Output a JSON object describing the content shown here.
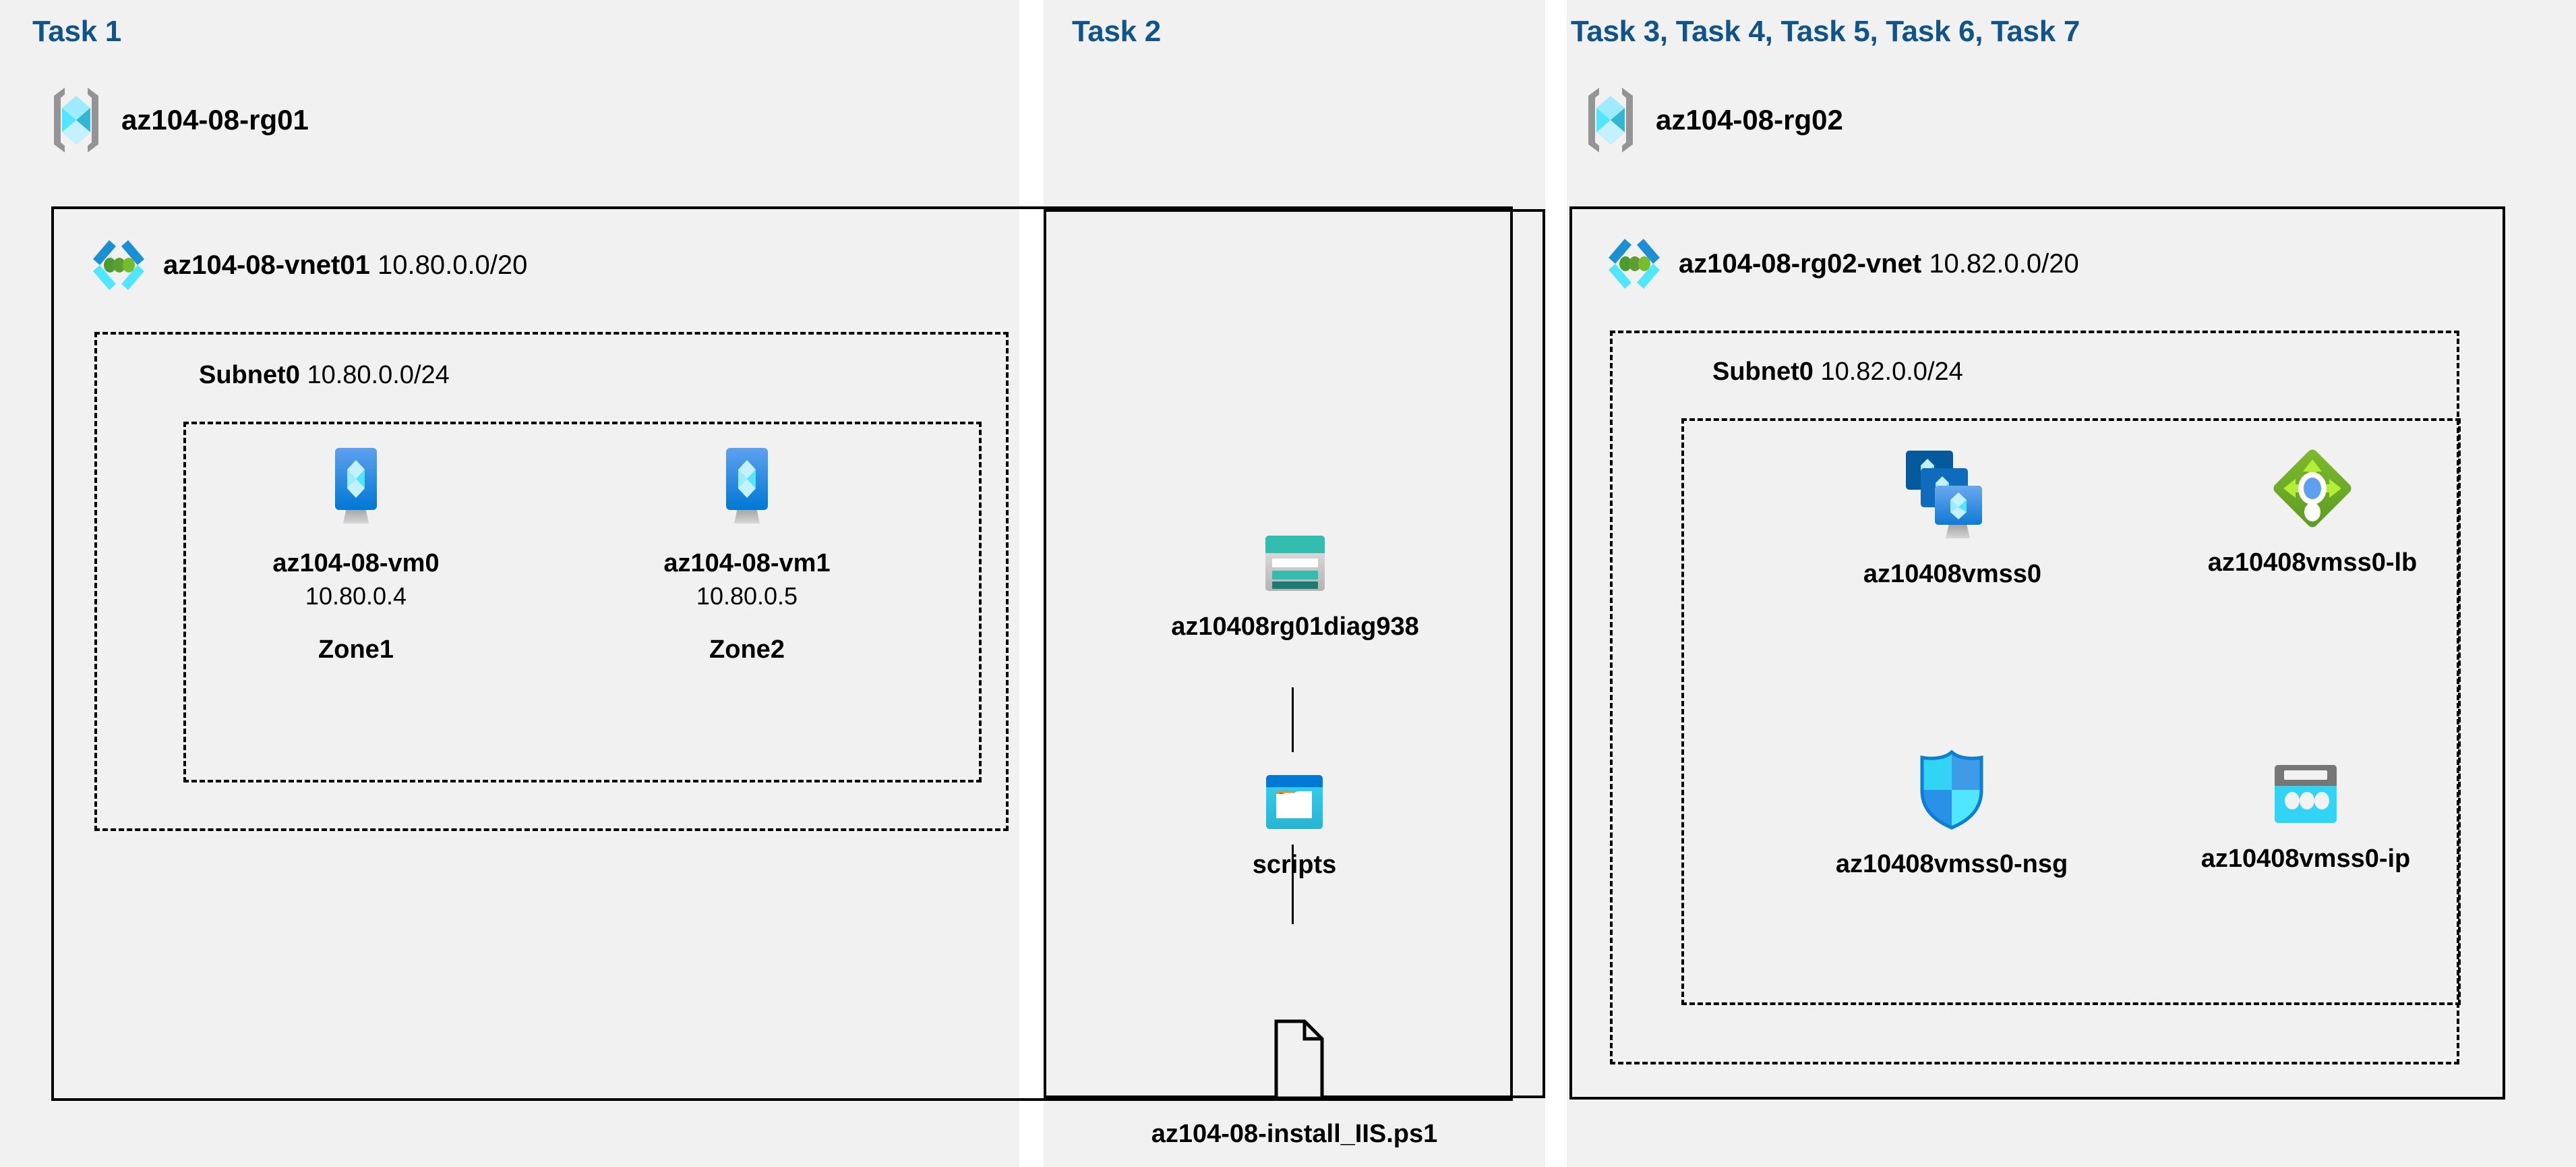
{
  "panels": [
    {
      "id": "panel-1",
      "task_label": "Task 1"
    },
    {
      "id": "panel-2",
      "task_label": "Task 2"
    },
    {
      "id": "panel-3",
      "task_label": "Task 3, Task 4, Task 5, Task 6, Task 7"
    }
  ],
  "colors": {
    "panel_background": "#f1f1f1",
    "page_background": "#ffffff",
    "task_label": "#10548a",
    "border": "#000000",
    "azure_blue": "#0078d4",
    "azure_cyan": "#50e6ff",
    "storage_teal": "#32bdaf",
    "storage_teal_dark": "#1d7b73",
    "lb_green": "#6eb92b",
    "lb_green_light": "#b4ec36",
    "ip_gray": "#767676"
  },
  "resource_groups": [
    {
      "icon": "resource-group-icon",
      "name": "az104-08-rg01"
    },
    {
      "icon": "resource-group-icon",
      "name": "az104-08-rg02"
    }
  ],
  "vnets": [
    {
      "icon": "virtual-network-icon",
      "name": "az104-08-vnet01",
      "cidr": "10.80.0.0/20"
    },
    {
      "icon": "virtual-network-icon",
      "name": "az104-08-rg02-vnet",
      "cidr": "10.82.0.0/20"
    }
  ],
  "subnets": [
    {
      "name": "Subnet0",
      "cidr": "10.80.0.0/24"
    },
    {
      "name": "Subnet0",
      "cidr": "10.82.0.0/24"
    }
  ],
  "nodes": {
    "vm0": {
      "icon": "virtual-machine-icon",
      "name": "az104-08-vm0",
      "ip": "10.80.0.4",
      "zone": "Zone1"
    },
    "vm1": {
      "icon": "virtual-machine-icon",
      "name": "az104-08-vm1",
      "ip": "10.80.0.5",
      "zone": "Zone2"
    },
    "storage": {
      "icon": "storage-account-icon",
      "name": "az10408rg01diag938"
    },
    "scripts": {
      "icon": "blob-container-icon",
      "name": "scripts"
    },
    "ps1": {
      "icon": "file-document-icon",
      "name": "az104-08-install_IIS.ps1"
    },
    "vmss": {
      "icon": "vm-scale-set-icon",
      "name": "az10408vmss0"
    },
    "lb": {
      "icon": "load-balancer-icon",
      "name": "az10408vmss0-lb"
    },
    "nsg": {
      "icon": "network-security-group-icon",
      "name": "az10408vmss0-nsg"
    },
    "ip": {
      "icon": "public-ip-address-icon",
      "name": "az10408vmss0-ip"
    }
  }
}
